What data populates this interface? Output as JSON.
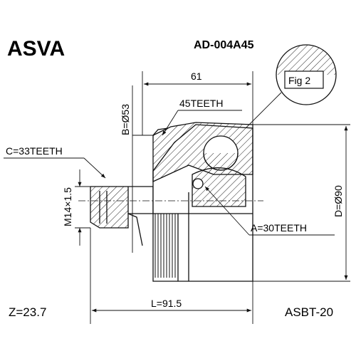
{
  "header": {
    "brand": "ASVA",
    "part_number": "AD-004A45"
  },
  "dimensions": {
    "width_top": "61",
    "b_diameter": "B=Ø53",
    "outer_teeth": "45TEETH",
    "c_teeth": "C=33TEETH",
    "thread": "M14×1.5",
    "d_diameter": "D=Ø90",
    "a_teeth": "A=30TEETH",
    "length": "L=91.5"
  },
  "figure_label": "Fig 2",
  "footer": {
    "weight": "Z=23.7",
    "code": "ASBT-20"
  },
  "colors": {
    "line": "#1a1a1a",
    "background": "#ffffff"
  }
}
